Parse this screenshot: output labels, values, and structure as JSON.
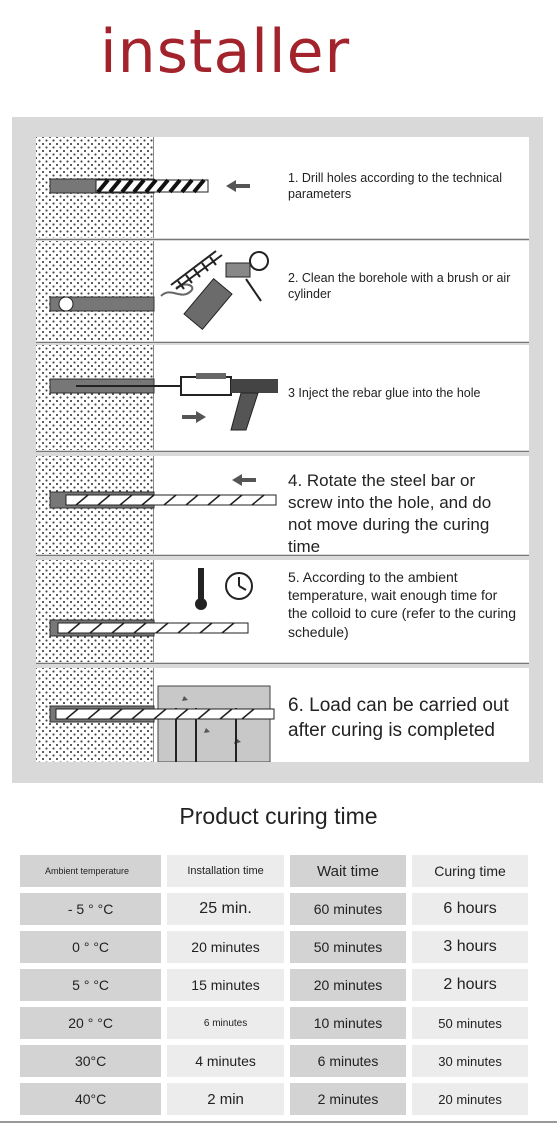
{
  "header": {
    "title": "installer"
  },
  "steps": [
    {
      "text": "1. Drill holes according to the technical parameters"
    },
    {
      "text": "2. Clean the borehole with a brush or air cylinder"
    },
    {
      "text": "3 Inject the rebar glue into the hole"
    },
    {
      "text": "4. Rotate the steel bar or screw into the hole, and do not move during the curing time"
    },
    {
      "text": "5. According to the ambient temperature, wait enough time for the colloid to cure (refer to the curing schedule)"
    },
    {
      "text": "6. Load can be carried out after curing is completed"
    }
  ],
  "curing_table": {
    "title": "Product curing time",
    "headers": [
      "Ambient temperature",
      "Installation time",
      "Wait time",
      "Curing time"
    ],
    "rows": [
      [
        "- 5 ° °C",
        "25 min.",
        "60 minutes",
        "6 hours"
      ],
      [
        "0 ° °C",
        "20 minutes",
        "50 minutes",
        "3 hours"
      ],
      [
        "5 ° °C",
        "15 minutes",
        "20 minutes",
        "2 hours"
      ],
      [
        "20 ° °C",
        "6 minutes",
        "10 minutes",
        "50 minutes"
      ],
      [
        "30°C",
        "4 minutes",
        "6 minutes",
        "30 minutes"
      ],
      [
        "40°C",
        "2 min",
        "2 minutes",
        "20 minutes"
      ]
    ]
  },
  "colors": {
    "title": "#a3232d",
    "panel": "#d9d9d9",
    "cell_dark": "#d3d3d3",
    "cell_light": "#ececec"
  },
  "icons": [
    "drill-bit-icon",
    "brush-icon",
    "air-blower-icon",
    "glue-gun-icon",
    "rebar-icon",
    "thermometer-icon",
    "clock-icon",
    "concrete-block-icon",
    "arrow-left-icon",
    "arrow-right-icon"
  ]
}
